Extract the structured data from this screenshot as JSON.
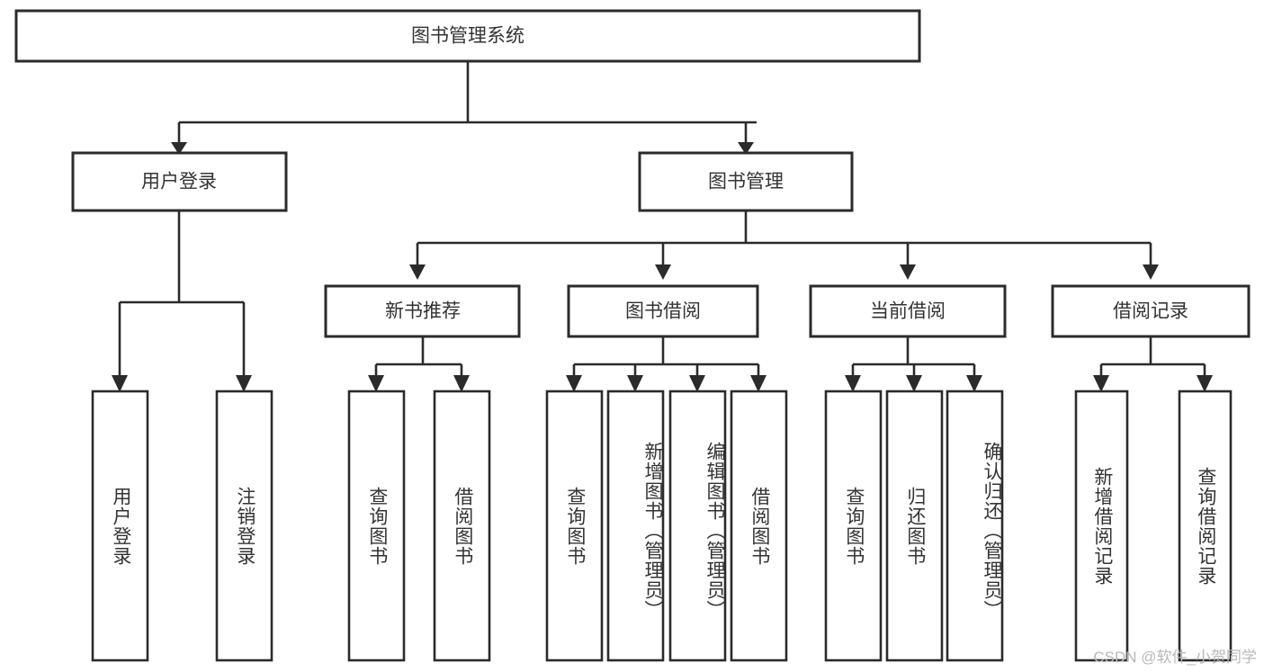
{
  "diagram": {
    "kind": "tree-hierarchy-chart",
    "title": "图书管理系统",
    "root": {
      "id": "root",
      "label": "图书管理系统"
    },
    "level1": [
      {
        "id": "user-login",
        "label": "用户登录"
      },
      {
        "id": "book-manage",
        "label": "图书管理"
      }
    ],
    "level2": [
      {
        "id": "new-book-recommend",
        "label": "新书推荐",
        "parent": "book-manage"
      },
      {
        "id": "book-borrow",
        "label": "图书借阅",
        "parent": "book-manage"
      },
      {
        "id": "current-borrow",
        "label": "当前借阅",
        "parent": "book-manage"
      },
      {
        "id": "borrow-record",
        "label": "借阅记录",
        "parent": "book-manage"
      }
    ],
    "leaves": [
      {
        "id": "leaf-user-login",
        "label": "用户登录",
        "parent": "user-login"
      },
      {
        "id": "leaf-user-logout",
        "label": "注销登录",
        "parent": "user-login"
      },
      {
        "id": "leaf-query-book-rec",
        "label": "查询图书",
        "parent": "new-book-recommend"
      },
      {
        "id": "leaf-borrow-book-rec",
        "label": "借阅图书",
        "parent": "new-book-recommend"
      },
      {
        "id": "leaf-query-book-borrow",
        "label": "查询图书",
        "parent": "book-borrow"
      },
      {
        "id": "leaf-add-book-admin",
        "label": "新增图书（管理员）",
        "parent": "book-borrow"
      },
      {
        "id": "leaf-edit-book-admin",
        "label": "编辑图书（管理员）",
        "parent": "book-borrow"
      },
      {
        "id": "leaf-borrow-book",
        "label": "借阅图书",
        "parent": "book-borrow"
      },
      {
        "id": "leaf-query-book-current",
        "label": "查询图书",
        "parent": "current-borrow"
      },
      {
        "id": "leaf-return-book",
        "label": "归还图书",
        "parent": "current-borrow"
      },
      {
        "id": "leaf-confirm-return-admin",
        "label": "确认归还（管理员）",
        "parent": "current-borrow"
      },
      {
        "id": "leaf-add-borrow-record",
        "label": "新增借阅记录",
        "parent": "borrow-record"
      },
      {
        "id": "leaf-query-borrow-record",
        "label": "查询借阅记录",
        "parent": "borrow-record"
      }
    ],
    "colors": {
      "background": "#ffffff",
      "box_fill": "#ffffff",
      "box_stroke": "#2b2b2b",
      "connector": "#2b2b2b",
      "text": "#333333",
      "watermark": "#b9b9b9"
    }
  },
  "watermark": {
    "text": "CSDN @软件_小贺同学"
  }
}
